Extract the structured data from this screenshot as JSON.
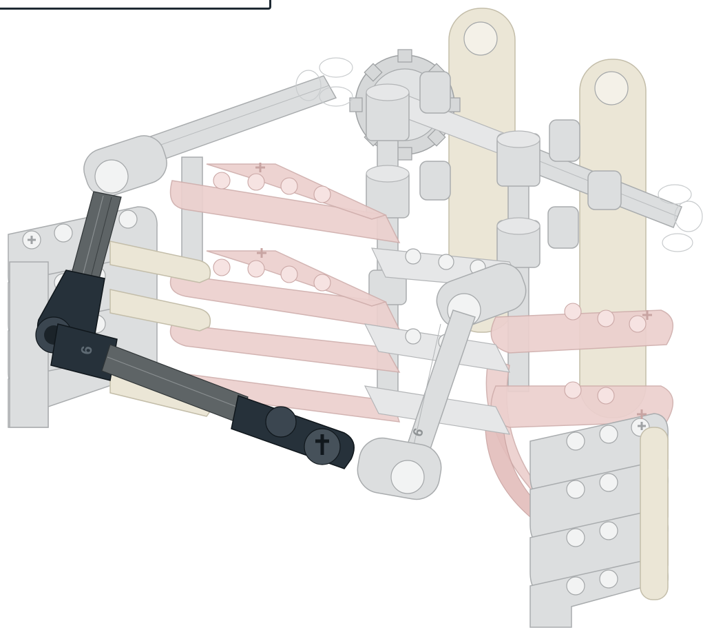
{
  "figure": {
    "part_labels": {
      "dark_connector_number": "6",
      "light_connector_number": "6"
    },
    "colors": {
      "background": "#ffffff",
      "light_gray": "#d9dbdc",
      "light_gray_edge": "#a9acae",
      "tan": "#e8e3d3",
      "tan_edge": "#bdb7a3",
      "pink": "#e9c6c4",
      "pink_edge": "#c9a3a1",
      "dark_blue_gray": "#27323a",
      "dark_gray": "#5b6062",
      "callout_border": "#1f2a33"
    },
    "icons": [
      "lego-technic-assembly",
      "gear-icon",
      "axle-connector-icon",
      "beam-icon"
    ]
  }
}
